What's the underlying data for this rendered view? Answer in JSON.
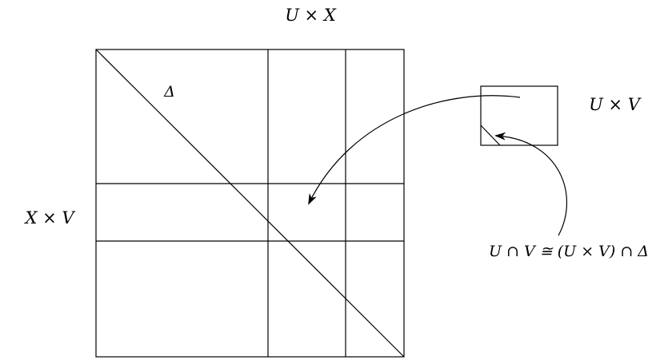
{
  "labels": {
    "top": "U × X",
    "left": "X × V",
    "delta": "Δ",
    "small_box": "U × V",
    "intersection": "U ∩ V ≅ (U × V) ∩ Δ"
  },
  "colors": {
    "line": "#000000",
    "background": "#ffffff"
  }
}
